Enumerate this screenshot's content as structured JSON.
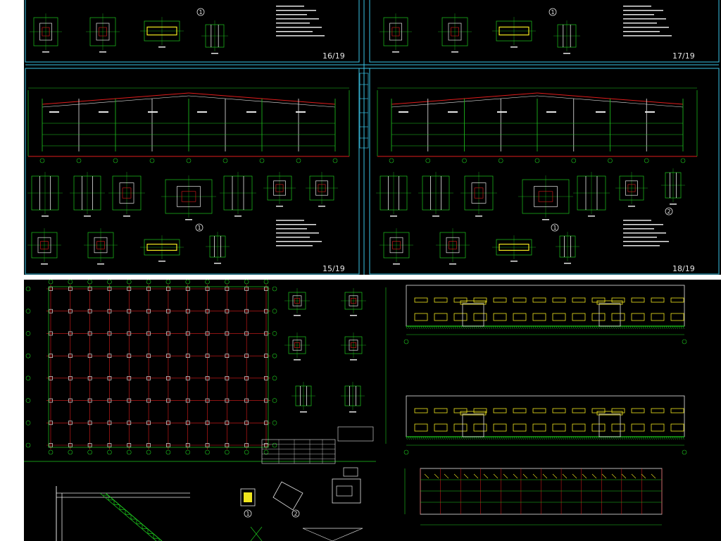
{
  "sheets": [
    {
      "id": "sheet-16",
      "number": "16/19"
    },
    {
      "id": "sheet-17",
      "number": "17/19"
    },
    {
      "id": "sheet-15",
      "number": "15/19"
    },
    {
      "id": "sheet-18",
      "number": "18/19"
    }
  ],
  "detail_marks": [
    "1",
    "2"
  ],
  "colors": {
    "background": "#000000",
    "frame": "#3ac3e6",
    "outline": "#16c8e0",
    "green": "#1ec81e",
    "red": "#e01c1c",
    "yellow": "#f0e61e",
    "white": "#e6e6e6"
  }
}
